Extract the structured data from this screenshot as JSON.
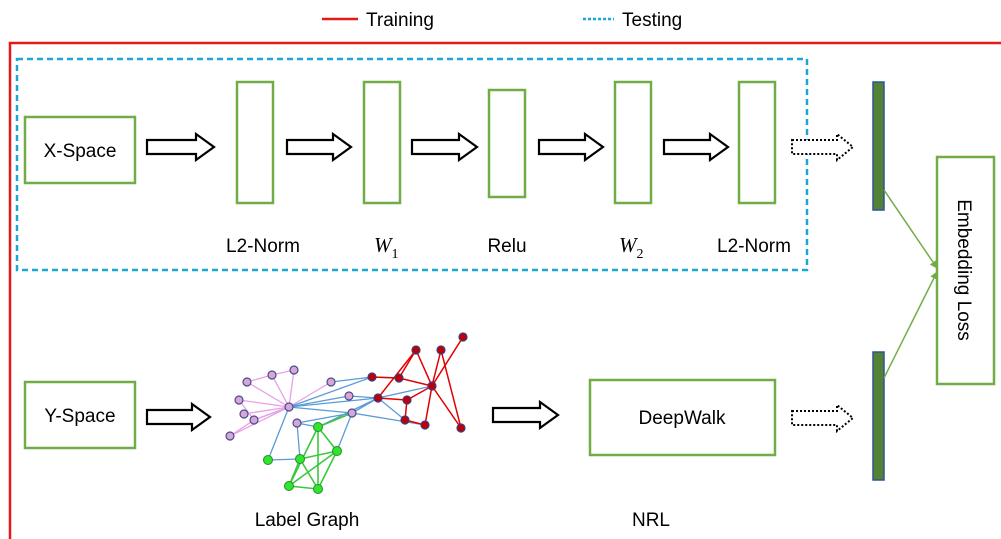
{
  "legend": {
    "training": "Training",
    "testing": "Testing"
  },
  "x_space": "X-Space",
  "y_space": "Y-Space",
  "layers": [
    {
      "label": "L2-Norm"
    },
    {
      "label": "W",
      "subscript": "1"
    },
    {
      "label": "Relu"
    },
    {
      "label": "W",
      "subscript": "2"
    },
    {
      "label": "L2-Norm"
    }
  ],
  "deepwalk": "DeepWalk",
  "embedding_loss": "Embedding Loss",
  "label_graph": "Label Graph",
  "nrl": "NRL",
  "colors": {
    "training_line": "#e31a1c",
    "testing_line": "#1aa7d8",
    "box_border": "#70ad47",
    "embedding_fill": "#548235",
    "embedding_border": "#2f5597",
    "node_pink": "#d6a6d8",
    "node_red": "#c00000",
    "node_green": "#2ee62e",
    "edge_pink": "#e8a0e8",
    "edge_red": "#e00000",
    "edge_blue": "#5b9bd5",
    "edge_green": "#3cc83c"
  }
}
